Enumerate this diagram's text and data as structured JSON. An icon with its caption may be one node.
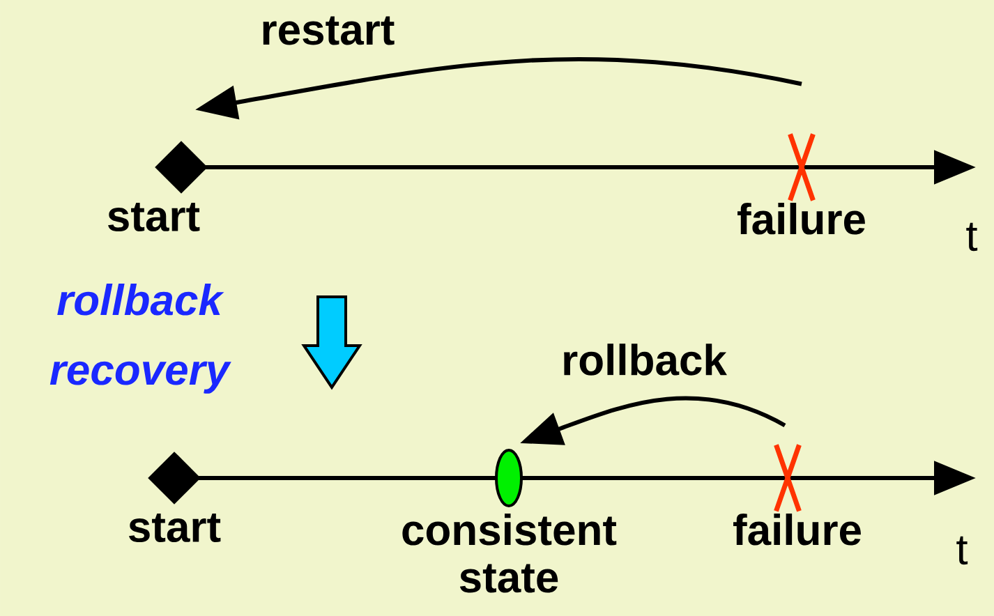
{
  "diagram": {
    "nodes": [
      {
        "text": [],
        "shape": "diamond",
        "beside": [
          "start"
        ]
      },
      {
        "text": [],
        "shape": "cross",
        "beside": [
          "failure"
        ]
      },
      {
        "text": [],
        "shape": "diamond",
        "beside": [
          "start"
        ]
      },
      {
        "text": [],
        "shape": "ellipse",
        "beside": [
          "consistent state"
        ]
      },
      {
        "text": [],
        "shape": "cross",
        "beside": [
          "failure"
        ]
      }
    ],
    "edges": [
      {
        "from": 1,
        "to": 0,
        "arrow": "to",
        "label": "restart"
      },
      {
        "from": 4,
        "to": 3,
        "arrow": "to",
        "label": "rollback"
      }
    ],
    "labels": [
      "t",
      "rollback recovery",
      "t"
    ]
  }
}
